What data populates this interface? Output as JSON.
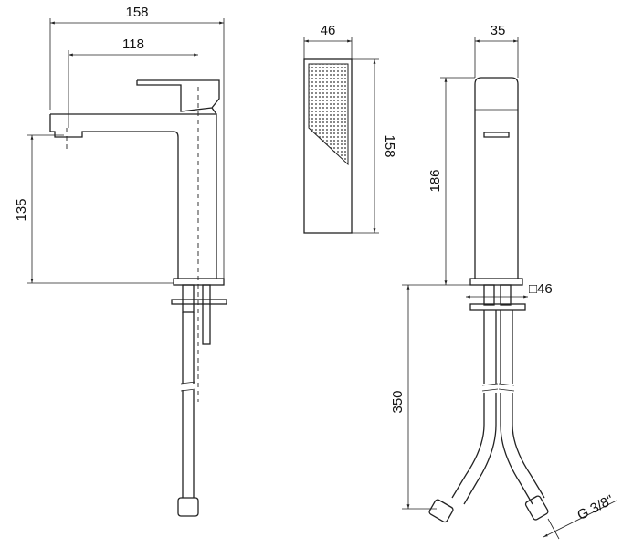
{
  "dimensions": {
    "side_total_width": "158",
    "side_spout_reach": "118",
    "side_spout_height": "135",
    "top_width": "46",
    "top_length": "158",
    "front_width": "35",
    "front_height": "186",
    "base_square": "□46",
    "hose_length": "350",
    "hose_thread": "G 3/8\""
  }
}
